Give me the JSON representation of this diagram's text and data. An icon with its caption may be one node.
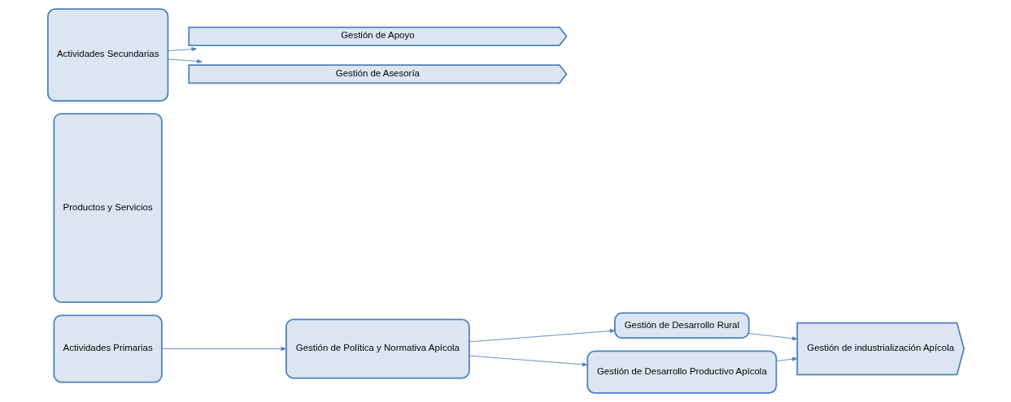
{
  "diagram": {
    "nodes": [
      {
        "text": [
          "Actividades Primarias"
        ]
      },
      {
        "text": [
          "Gestión de Política y Normativa Apícola"
        ]
      },
      {
        "text": [
          "Gestión de Desarrollo Rural"
        ]
      },
      {
        "text": [
          "Gestión de Desarrollo Productivo Apícola"
        ]
      },
      {
        "text": [
          "Gestión de industrialización Apícola"
        ]
      },
      {
        "text": [
          "Productos y Servicios"
        ]
      },
      {
        "text": [
          "Actividades Secundarias"
        ]
      },
      {
        "text": [
          "Gestión de Apoyo"
        ]
      },
      {
        "text": [
          "Gestión de Asesoría"
        ]
      }
    ],
    "edges": [
      {
        "from": 0,
        "to": 1,
        "arrow": "to"
      },
      {
        "from": 1,
        "to": 2,
        "arrow": "to"
      },
      {
        "from": 1,
        "to": 3,
        "arrow": "to"
      },
      {
        "from": 2,
        "to": 4,
        "arrow": "to"
      },
      {
        "from": 3,
        "to": 4,
        "arrow": "to"
      },
      {
        "from": 6,
        "to": 7,
        "arrow": "to"
      },
      {
        "from": 6,
        "to": 8,
        "arrow": "to"
      }
    ]
  }
}
